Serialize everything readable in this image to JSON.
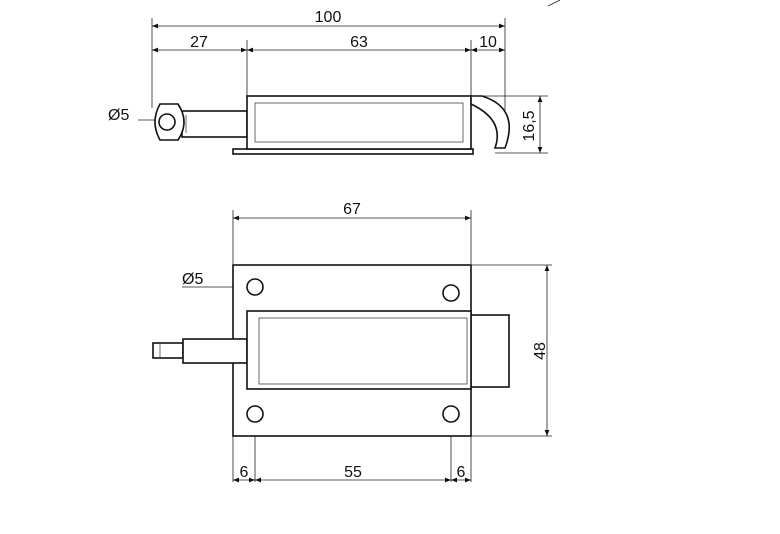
{
  "colors": {
    "line": "#111111",
    "dim": "#222222",
    "background": "#ffffff"
  },
  "side_view": {
    "dims": {
      "overall": "100",
      "handle": "27",
      "body": "63",
      "tip": "10",
      "height": "16,5",
      "hole": "Ø5"
    }
  },
  "front_view": {
    "dims": {
      "plate_width": "67",
      "hole": "Ø5",
      "height": "48",
      "edge_left": "6",
      "hole_spacing": "55",
      "edge_right": "6"
    }
  }
}
